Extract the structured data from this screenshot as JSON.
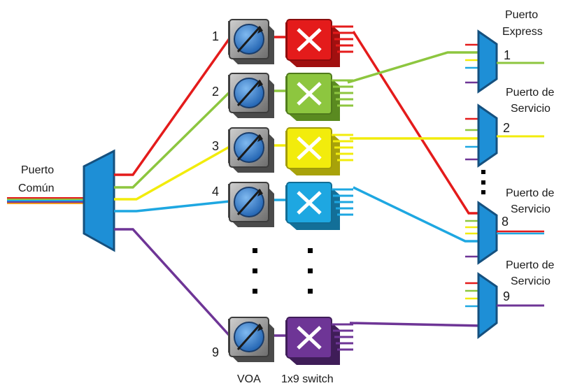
{
  "colors": {
    "red": "#e41b1b",
    "green": "#8dc63f",
    "yellow": "#f2ec0c",
    "blue": "#1ea7e1",
    "purple": "#6e3596",
    "mux_fill": "#1e8fd6",
    "mux_stroke": "#15507e",
    "voa_fill": "#8c8c8c",
    "voa_knob": "#2d7ad1"
  },
  "common_port": {
    "label_line1": "Puerto",
    "label_line2": "Común"
  },
  "bottom_labels": {
    "voa": "VOA",
    "switch": "1x9 switch"
  },
  "channels": [
    {
      "number": "1",
      "color": "red"
    },
    {
      "number": "2",
      "color": "green"
    },
    {
      "number": "3",
      "color": "yellow"
    },
    {
      "number": "4",
      "color": "blue"
    },
    {
      "number": "9",
      "color": "purple"
    }
  ],
  "output_ports": [
    {
      "number": "1",
      "label_line1": "Puerto",
      "label_line2": "Express"
    },
    {
      "number": "2",
      "label_line1": "Puerto de",
      "label_line2": "Servicio"
    },
    {
      "number": "8",
      "label_line1": "Puerto de",
      "label_line2": "Servicio"
    },
    {
      "number": "9",
      "label_line1": "Puerto de",
      "label_line2": "Servicio"
    }
  ],
  "ellipsis_glyph": "•"
}
